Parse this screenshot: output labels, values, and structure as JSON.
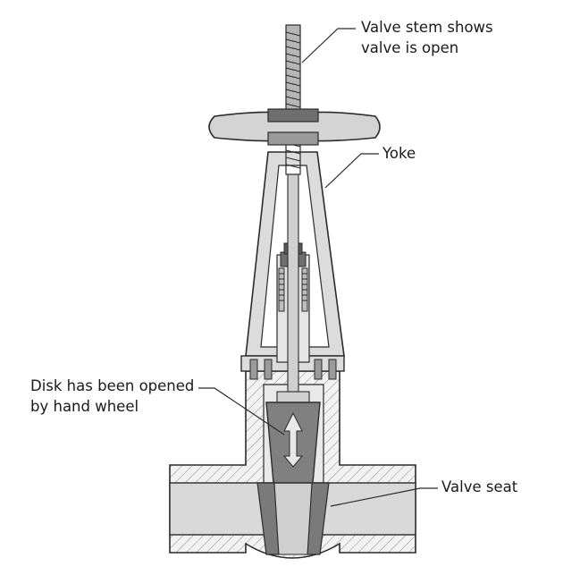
{
  "labels": {
    "stem": [
      "Valve stem shows",
      "valve is open"
    ],
    "yoke": "Yoke",
    "disk": [
      "Disk has been opened",
      "by hand wheel"
    ],
    "seat": "Valve seat"
  },
  "colors": {
    "outline": "#2b2b2b",
    "body_fill": "#e4e4e4",
    "hatch": "#8c8c8c",
    "flow_passage": "#d9d9d9",
    "disk": "#808080",
    "wheel": "#d4d4d4",
    "dark_part": "#6f6f6f"
  },
  "icons": {
    "hand_wheel": "hand-wheel-icon",
    "stem": "threaded-stem-icon",
    "flow_arrow": "flow-arrow-icon"
  }
}
